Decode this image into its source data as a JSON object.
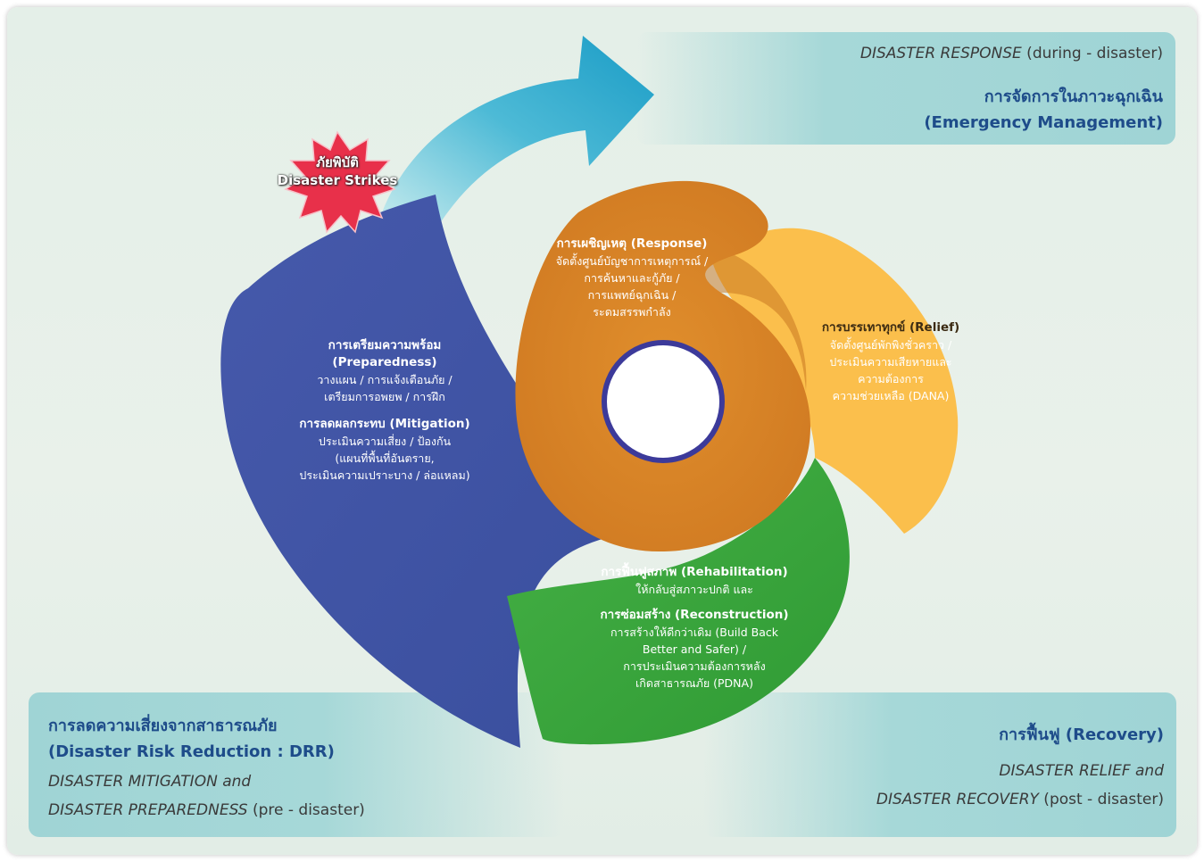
{
  "response_panel": {
    "phase_line": "DISASTER RESPONSE",
    "phase_suffix": " (during - disaster)",
    "title_th": "การจัดการในภาวะฉุกเฉิน",
    "title_en": "(Emergency Management)"
  },
  "drr_panel": {
    "title_th": "การลดความเสี่ยงจากสาธารณภัย",
    "title_en": "(Disaster Risk Reduction : DRR)",
    "phase_line1": "DISASTER MITIGATION and",
    "phase_line2": "DISASTER PREPAREDNESS",
    "phase_suffix": " (pre - disaster)"
  },
  "recovery_panel": {
    "title": "การฟื้นฟู (Recovery)",
    "phase_line1": "DISASTER RELIEF and",
    "phase_line2": "DISASTER RECOVERY",
    "phase_suffix": " (post - disaster)"
  },
  "star": {
    "line1": "ภัยพิบัติ",
    "line2": "Disaster Strikes"
  },
  "segments": {
    "preparedness": {
      "head1": "การเตรียมความพร้อม",
      "head2": "(Preparedness)",
      "body1": "วางแผน / การแจ้งเตือนภัย /",
      "body2": "เตรียมการอพยพ / การฝึก",
      "mitigation_head": "การลดผลกระทบ (Mitigation)",
      "m_body1": "ประเมินความเสี่ยง / ป้องกัน",
      "m_body2": "(แผนที่พื้นที่อันตราย,",
      "m_body3": "ประเมินความเปราะบาง / ล่อแหลม)"
    },
    "response": {
      "head": "การเผชิญเหตุ (Response)",
      "body1": "จัดตั้งศูนย์บัญชาการเหตุการณ์ /",
      "body2": "การค้นหาและกู้ภัย /",
      "body3": "การแพทย์ฉุกเฉิน /",
      "body4": "ระดมสรรพกำลัง"
    },
    "relief": {
      "head": "การบรรเทาทุกข์ (Relief)",
      "body1": "จัดตั้งศูนย์พักพิงชั่วคราว /",
      "body2": "ประเมินความเสียหายและ",
      "body3": "ความต้องการ",
      "body4": "ความช่วยเหลือ (DANA)"
    },
    "rehabilitation": {
      "head": "การฟื้นฟูสภาพ (Rehabilitation)",
      "body1": "ให้กลับสู่สภาวะปกติ และ",
      "head2": "การซ่อมสร้าง (Reconstruction)",
      "body2": "การสร้างให้ดีกว่าเดิม (Build Back",
      "body3": "Better and Safer) /",
      "body4": "การประเมินความต้องการหลัง",
      "body5": "เกิดสาธารณภัย (PDNA)"
    }
  },
  "colors": {
    "blue": "#3f56a6",
    "orange": "#de8a2a",
    "yellow": "#fbbf4c",
    "green": "#3ea83e",
    "arrow": "#2aa8c9",
    "star": "#e8304a",
    "title_blue": "#1e4c8a"
  }
}
